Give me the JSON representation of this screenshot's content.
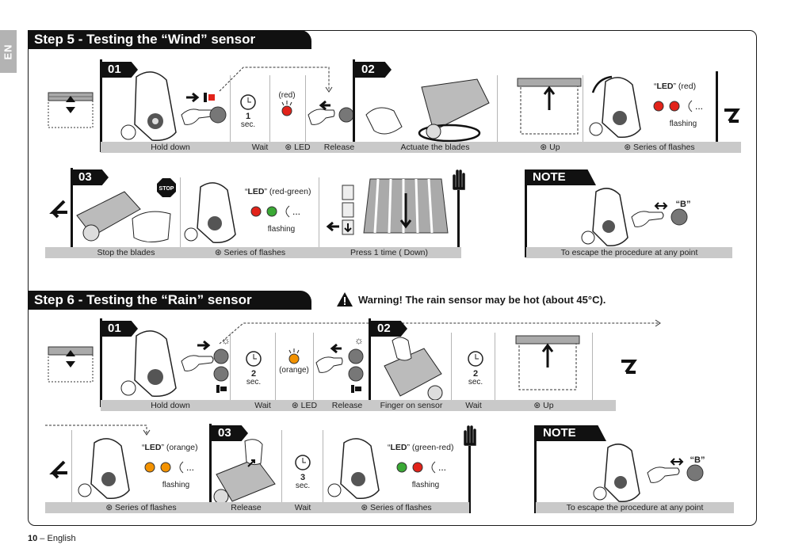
{
  "lang_tab": "EN",
  "step5": {
    "title": "Step 5 - Testing the “Wind” sensor",
    "badges": [
      "01",
      "02",
      "03"
    ],
    "row1_captions": [
      "Hold down",
      "Wait",
      "LED",
      "Release",
      "Actuate the blades",
      "Up",
      "Series of flashes"
    ],
    "wait_value": "1",
    "wait_unit": "sec.",
    "led_color": "(red)",
    "led_label_quote_open": "“",
    "led_label": "LED",
    "led_label_quote_close": "” (red)",
    "flashing": "flashing",
    "row2_captions": [
      "Stop the blades",
      "Series of flashes",
      "Press 1 time ( Down)"
    ],
    "row2_led_label_suffix": "” (red-green)",
    "stop_sign": "STOP",
    "note_badge": "NOTE",
    "note_key": "“B”",
    "note_caption": "To escape the procedure at any point"
  },
  "step6": {
    "title": "Step 6 - Testing the “Rain” sensor",
    "warning": "Warning! The rain sensor may be hot (about 45°C).",
    "badges": [
      "01",
      "02",
      "03"
    ],
    "row1_captions": [
      "Hold down",
      "Wait",
      "LED",
      "Release",
      "Finger on sensor",
      "Wait",
      "Up"
    ],
    "wait_value_a": "2",
    "wait_value_b": "2",
    "wait_unit": "sec.",
    "led_color": "(orange)",
    "row2_captions": [
      "Series of flashes",
      "Release",
      "Wait",
      "Series of flashes"
    ],
    "wait_value_c": "3",
    "led_label_suffix_a": "” (orange)",
    "led_label_suffix_b": "” (green-red)",
    "flashing": "flashing",
    "note_badge": "NOTE",
    "note_key": "“B”",
    "note_caption": "To escape the procedure at any point"
  },
  "footer": {
    "page": "10",
    "sep": " – ",
    "lang": "English"
  },
  "colors": {
    "red_led": "#e2231a",
    "green_led": "#3aa935",
    "orange_led": "#f39200",
    "bar": "#c9c9c9"
  },
  "icons": [
    "clock-icon",
    "eye-icon",
    "hand-icon",
    "warning-icon",
    "arrow-icon",
    "remote-control-icon",
    "awning-icon",
    "stop-sign-icon"
  ]
}
